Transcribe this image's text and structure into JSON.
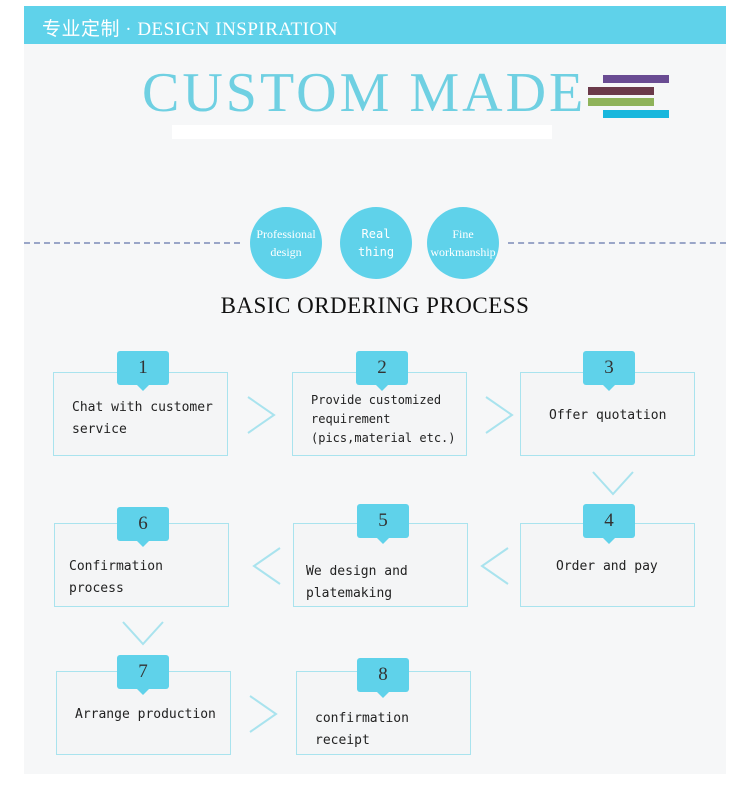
{
  "header": {
    "banner_text": "专业定制 · DESIGN INSPIRATION",
    "title": "CUSTOM MADE",
    "stripes": [
      "#6a4c93",
      "#6b3a4a",
      "#8fb35a",
      "#18b7dd"
    ]
  },
  "features": [
    "Professional design",
    "Real thing",
    "Fine workmanship"
  ],
  "process": {
    "heading": "BASIC ORDERING PROCESS",
    "steps": [
      {
        "number": "1",
        "label": "Chat with customer service"
      },
      {
        "number": "2",
        "label": "Provide customized requirement (pics,material etc.)"
      },
      {
        "number": "3",
        "label": "Offer quotation"
      },
      {
        "number": "4",
        "label": "Order and pay"
      },
      {
        "number": "5",
        "label": "We design and platemaking"
      },
      {
        "number": "6",
        "label": "Confirmation process"
      },
      {
        "number": "7",
        "label": "Arrange production"
      },
      {
        "number": "8",
        "label": "confirmation receipt"
      }
    ]
  },
  "colors": {
    "accent": "#5fd2ea",
    "title": "#6fd0e2",
    "box_border": "#a9e3ee"
  }
}
